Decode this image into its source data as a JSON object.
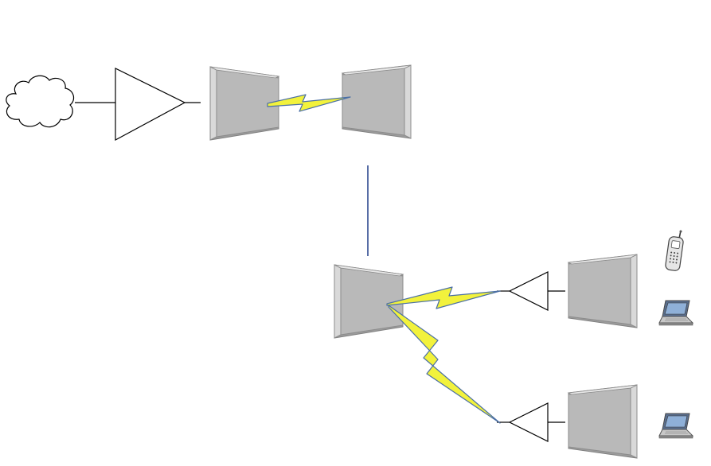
{
  "diagram": {
    "nodes": [
      {
        "id": "cloud",
        "icon": "cloud-icon"
      },
      {
        "id": "amplifier-main",
        "icon": "amplifier-triangle-icon"
      },
      {
        "id": "antenna-tx",
        "icon": "panel-antenna-icon"
      },
      {
        "id": "antenna-rx",
        "icon": "panel-antenna-icon"
      },
      {
        "id": "antenna-distribution",
        "icon": "panel-antenna-icon"
      },
      {
        "id": "amplifier-upper",
        "icon": "amplifier-triangle-icon"
      },
      {
        "id": "amplifier-lower",
        "icon": "amplifier-triangle-icon"
      },
      {
        "id": "antenna-client-upper",
        "icon": "panel-antenna-icon"
      },
      {
        "id": "antenna-client-lower",
        "icon": "panel-antenna-icon"
      },
      {
        "id": "mobile-phone",
        "icon": "mobile-phone-icon"
      },
      {
        "id": "laptop-upper",
        "icon": "laptop-icon"
      },
      {
        "id": "laptop-lower",
        "icon": "laptop-icon"
      }
    ],
    "links": [
      {
        "from": "cloud",
        "to": "amplifier-main",
        "type": "wired"
      },
      {
        "from": "amplifier-main",
        "to": "antenna-tx",
        "type": "wired"
      },
      {
        "from": "antenna-tx",
        "to": "antenna-rx",
        "type": "wireless"
      },
      {
        "from": "antenna-rx",
        "to": "antenna-distribution",
        "type": "wired"
      },
      {
        "from": "antenna-distribution",
        "to": "amplifier-upper",
        "type": "wireless"
      },
      {
        "from": "antenna-distribution",
        "to": "amplifier-lower",
        "type": "wireless"
      },
      {
        "from": "amplifier-upper",
        "to": "antenna-client-upper",
        "type": "wired"
      },
      {
        "from": "amplifier-lower",
        "to": "antenna-client-lower",
        "type": "wired"
      }
    ],
    "colors": {
      "panel_fill": "#b8b8b8",
      "panel_inner": "#a6a6a6",
      "panel_edge": "#7f7f7f",
      "bolt_fill": "#f2f23c",
      "bolt_stroke": "#4a6fa5",
      "wired_link": "#000000",
      "backhaul_link": "#1f3c88"
    }
  }
}
